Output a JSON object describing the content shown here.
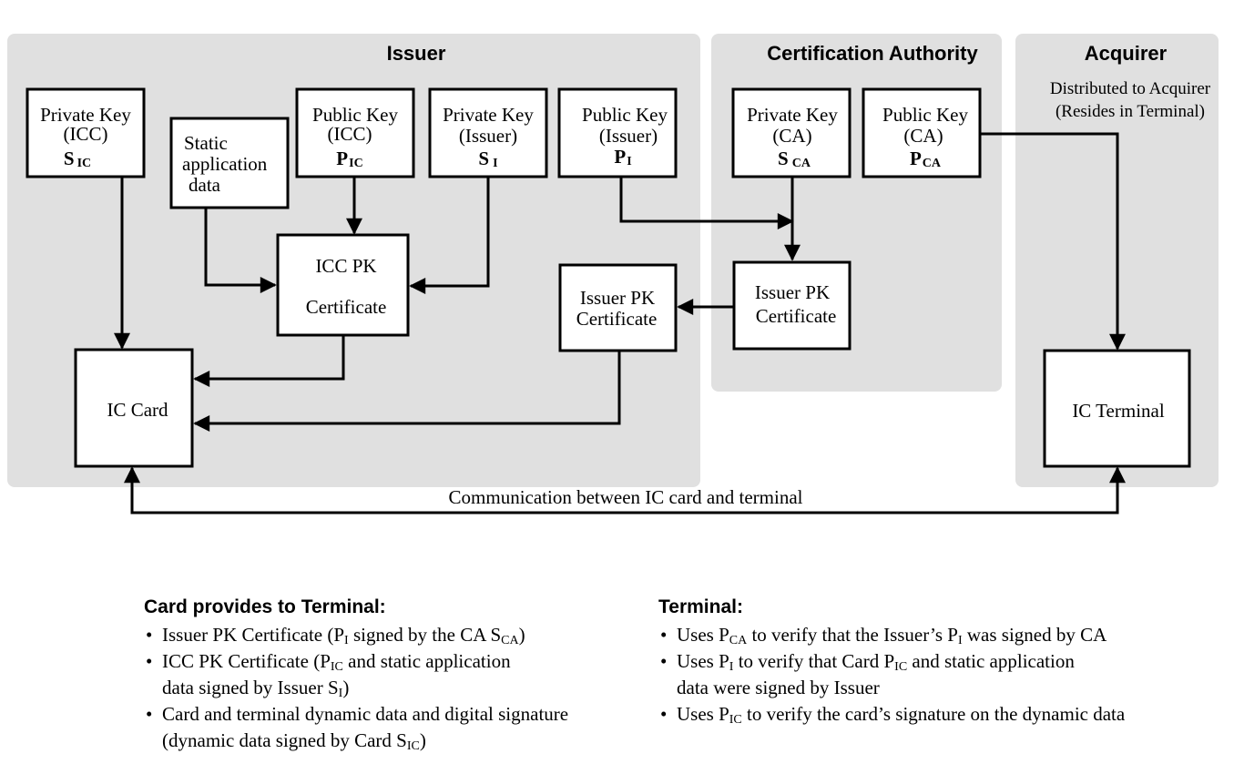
{
  "regions": {
    "issuer": "Issuer",
    "ca": "Certification Authority",
    "acquirer": "Acquirer"
  },
  "boxes": {
    "sic": {
      "line1": "Private Key",
      "line2": "(ICC)",
      "sym": "S",
      "sub": "IC"
    },
    "static": {
      "line1": "Static",
      "line2": "application",
      "line3": "data"
    },
    "pic": {
      "line1": "Public Key",
      "line2": "(ICC)",
      "sym": "P",
      "sub": "IC"
    },
    "si": {
      "line1": "Private Key",
      "line2": "(Issuer)",
      "sym": "S",
      "sub": "I"
    },
    "pi": {
      "line1": "Public Key",
      "line2": "(Issuer)",
      "sym": "P",
      "sub": "I"
    },
    "sca": {
      "line1": "Private Key",
      "line2": "(CA)",
      "sym": "S",
      "sub": "CA"
    },
    "pca": {
      "line1": "Public Key",
      "line2": "(CA)",
      "sym": "P",
      "sub": "CA"
    },
    "icc_cert": {
      "line1": "ICC PK",
      "line2": "Certificate"
    },
    "issuer_cert": {
      "line1": "Issuer PK",
      "line2": "Certificate"
    },
    "ca_issuer_cert": {
      "line1": "Issuer PK",
      "line2": "Certificate"
    },
    "ic_card": {
      "label": "IC Card"
    },
    "ic_terminal": {
      "label": "IC Terminal"
    }
  },
  "acquirer_note": {
    "line1": "Distributed to Acquirer",
    "line2": "(Resides in Terminal)"
  },
  "communication": "Communication between IC card and terminal",
  "card_provides": {
    "heading": "Card provides to Terminal:",
    "items": [
      {
        "a": "Issuer PK Certificate (P",
        "a_sub": "I",
        "b": " signed by the CA S",
        "b_sub": "CA",
        "c": ")",
        "d": "",
        "d_sub": "",
        "e": ""
      },
      {
        "a": "ICC PK Certificate (P",
        "a_sub": "IC",
        "b": " and static application",
        "b_sub": "",
        "c": "",
        "d": "data signed by Issuer S",
        "d_sub": "I",
        "e": ")"
      },
      {
        "a": "Card and terminal dynamic data and digital signature",
        "a_sub": "",
        "b": "",
        "b_sub": "",
        "c": "",
        "d": "(dynamic data signed by Card S",
        "d_sub": "IC",
        "e": ")"
      }
    ]
  },
  "terminal": {
    "heading": "Terminal:",
    "items": [
      {
        "a": "Uses P",
        "a_sub": "CA",
        "b": " to verify that the Issuer’s P",
        "b_sub": "I",
        "c": " was signed by CA",
        "d": "",
        "e": ""
      },
      {
        "a": "Uses P",
        "a_sub": "I",
        "b": " to verify that Card P",
        "b_sub": "IC",
        "c": " and static application",
        "d": "data were signed by Issuer",
        "e": ""
      },
      {
        "a": "Uses P",
        "a_sub": "IC",
        "b": " to verify the card’s signature on the dynamic data",
        "b_sub": "",
        "c": "",
        "d": "",
        "e": ""
      }
    ]
  }
}
